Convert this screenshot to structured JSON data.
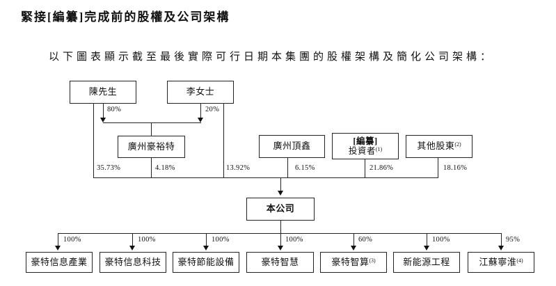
{
  "page": {
    "title": "緊接[編纂]完成前的股權及公司架構",
    "intro": "以下圖表顯示截至最後實際可行日期本集團的股權架構及簡化公司架構："
  },
  "diagram": {
    "shareholders": [
      {
        "name": "陳先生",
        "holding_pct": "80%",
        "direct_pct": "35.73%"
      },
      {
        "name": "李女士",
        "holding_pct": "20%",
        "direct_pct": "13.92%"
      }
    ],
    "intermediate": {
      "name": "廣州豪裕特",
      "pct": "4.18%"
    },
    "mid_shareholders": [
      {
        "name": "廣州頂鑫",
        "pct": "6.15%"
      },
      {
        "name_line1": "[編纂]",
        "name_line2": "投資者",
        "sup": "(1)",
        "pct": "21.86%"
      },
      {
        "name": "其他股東",
        "sup": "(2)",
        "pct": "18.16%"
      }
    ],
    "company": {
      "name": "本公司"
    },
    "subsidiaries": [
      {
        "name": "豪特信息產業",
        "pct": "100%"
      },
      {
        "name": "豪特信息科技",
        "pct": "100%"
      },
      {
        "name": "豪特節能設備",
        "pct": "100%"
      },
      {
        "name": "豪特智慧",
        "pct": "100%"
      },
      {
        "name": "豪特智算",
        "sup": "(3)",
        "pct": "60%"
      },
      {
        "name": "新能源工程",
        "pct": "100%"
      },
      {
        "name": "江蘇寧淮",
        "sup": "(4)",
        "pct": "95%"
      }
    ]
  },
  "colors": {
    "background": "#ffffff",
    "text": "#111111",
    "line": "#222222"
  }
}
